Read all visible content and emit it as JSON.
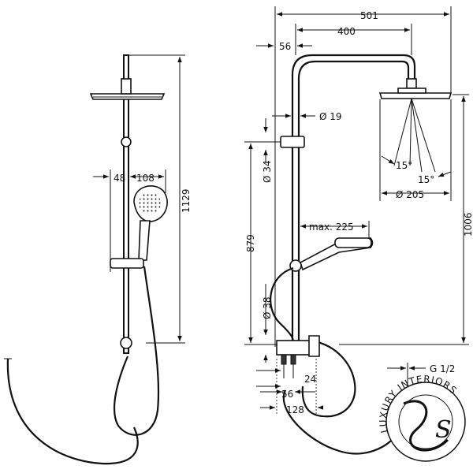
{
  "left_view": {
    "dim_height": "1129",
    "dim_offset": "48",
    "dim_handshower": "108"
  },
  "right_view": {
    "dim_total_width": "501",
    "dim_arm": "400",
    "dim_wall_offset": "56",
    "dim_pipe_diameter": "Ø 19",
    "dim_bracket_diameter": "Ø 34",
    "dim_mixer_height": "879",
    "dim_handshower_reach": "max. 225",
    "dim_lower_diameter": "Ø 38",
    "dim_total_height": "1006",
    "dim_head_diameter": "Ø 205",
    "dim_angle_left": "15°",
    "dim_angle_right": "15°",
    "dim_inlet": "24",
    "dim_inlet_spacing": "56",
    "dim_mixer_width": "128",
    "dim_thread": "G 1/2"
  },
  "logo": {
    "text": "LUXURY INTERIORS",
    "monogram": "S"
  }
}
